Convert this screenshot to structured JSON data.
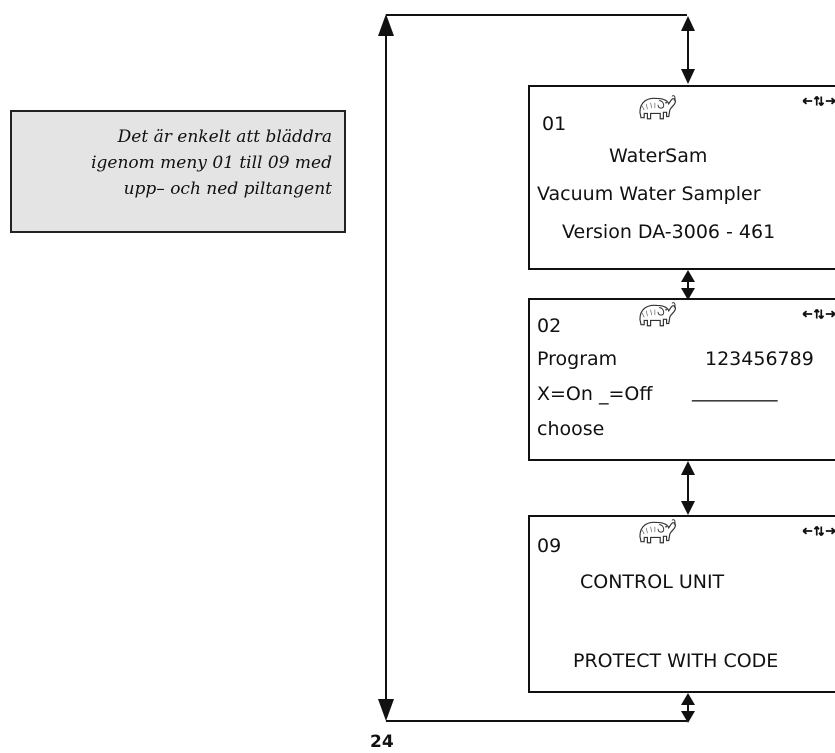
{
  "callout": {
    "lines": [
      "Det är enkelt att bläddra",
      "igenom meny 01 till 09 med",
      "upp– och  ned piltangent"
    ]
  },
  "menu01": {
    "number": "01",
    "title": "WaterSam",
    "subtitle": "Vacuum Water Sampler",
    "version": "Version DA-3006 - 461"
  },
  "menu02": {
    "number": "02",
    "program_label": "Program",
    "program_digits": "123456789",
    "legend": "X=On _=Off",
    "blank_slots": "_________",
    "choose": "choose"
  },
  "menu09": {
    "number": "09",
    "title": "CONTROL UNIT",
    "protect": "PROTECT WITH CODE"
  },
  "icons": {
    "mascot": "elephant-icon",
    "nav": "left-updown-right-arrows-icon",
    "connector": "double-arrow-icon"
  },
  "page_number": "24"
}
